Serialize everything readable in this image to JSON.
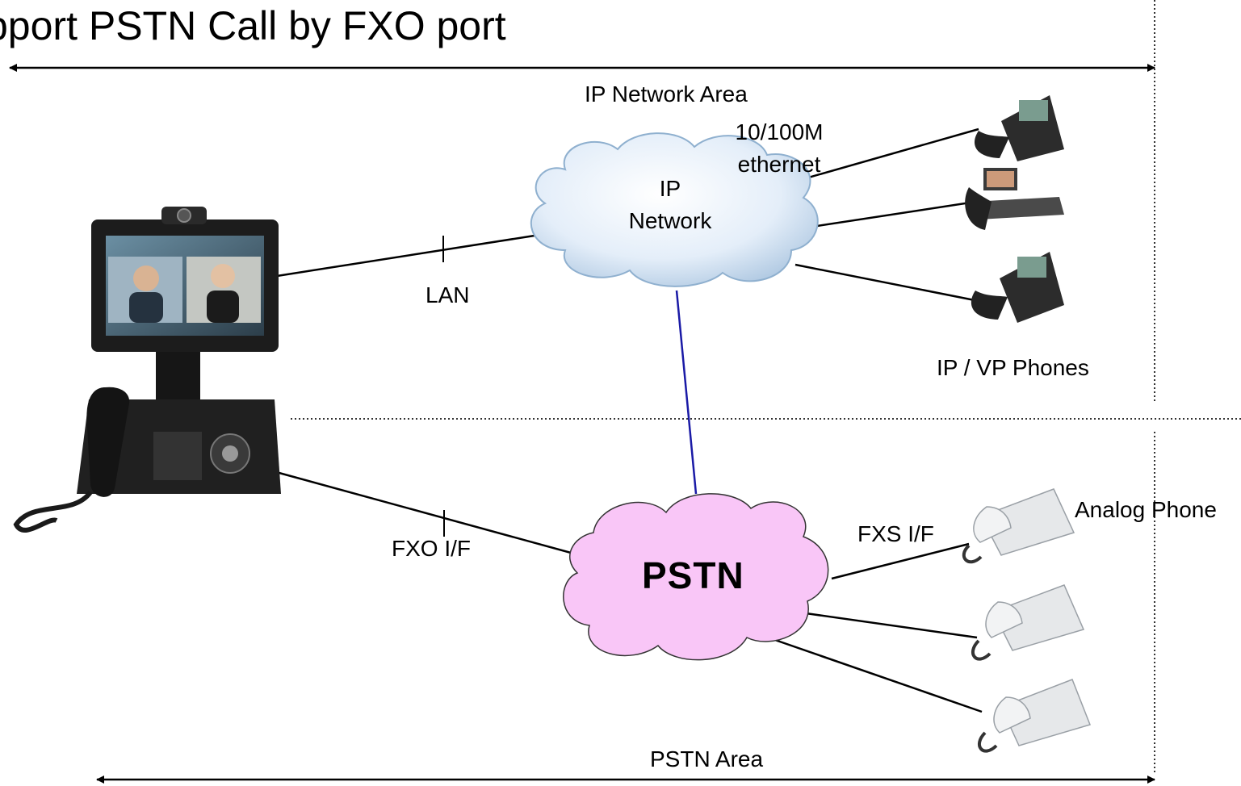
{
  "title": "pport PSTN Call by FXO port",
  "areas": {
    "ip": "IP Network Area",
    "pstn": "PSTN Area"
  },
  "clouds": {
    "ip_line1": "IP",
    "ip_line2": "Network",
    "pstn": "PSTN"
  },
  "links": {
    "ethernet_line1": "10/100M",
    "ethernet_line2": "ethernet",
    "lan": "LAN",
    "fxo": "FXO I/F",
    "fxs": "FXS I/F"
  },
  "devices": {
    "ip_phones": "IP / VP Phones",
    "analog_phone": "Analog Phone"
  },
  "colors": {
    "ip_cloud": "#dbe9f7",
    "pstn_cloud": "#f9c6f7",
    "ip_pstn_link": "#1a1aa6"
  }
}
